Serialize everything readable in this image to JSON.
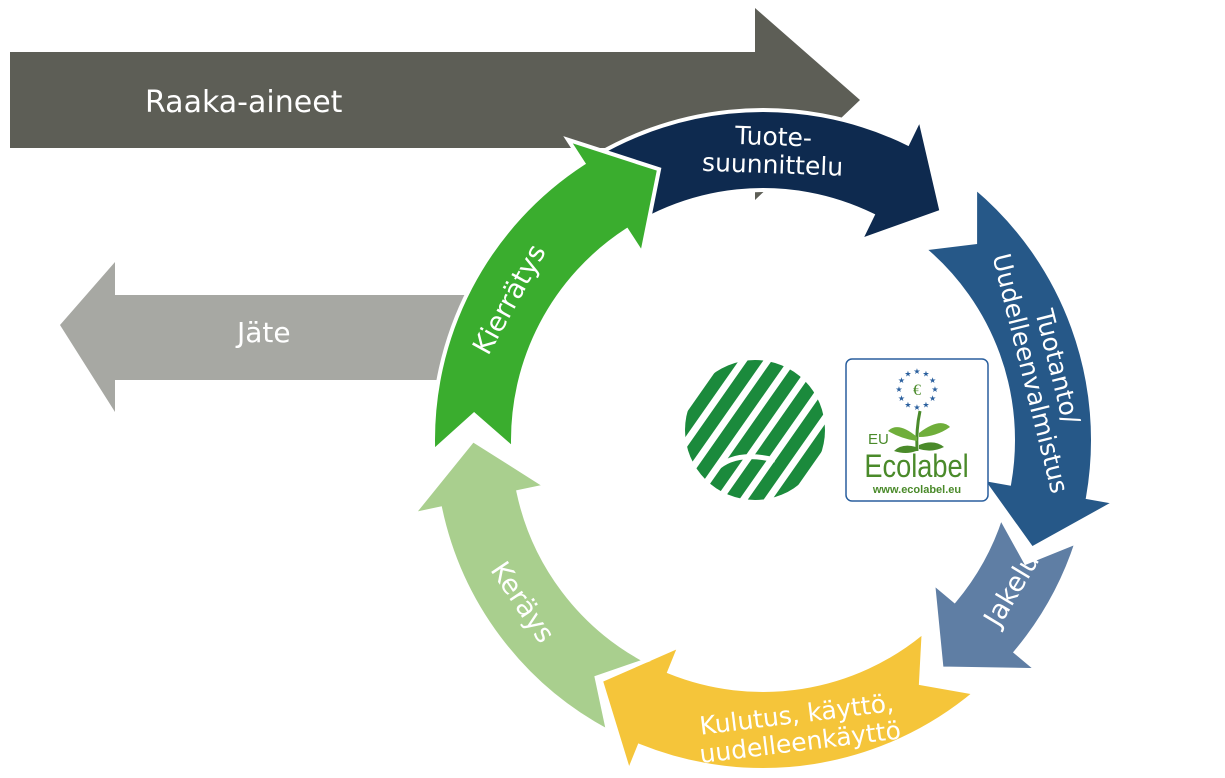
{
  "diagram": {
    "raw_materials": {
      "label": "Raaka-aineet",
      "color": "#5d5e56"
    },
    "waste": {
      "label": "Jäte",
      "color": "#a7a8a3"
    },
    "stages": [
      {
        "id": "design",
        "lines": [
          "Tuote-",
          "suunnittelu"
        ],
        "color": "#0e2a4f"
      },
      {
        "id": "production",
        "lines": [
          "Tuotanto/",
          "Uudelleenvalmistus"
        ],
        "color": "#265888"
      },
      {
        "id": "distribution",
        "lines": [
          "Jakelu"
        ],
        "color": "#5f7ea4"
      },
      {
        "id": "use",
        "lines": [
          "Kulutus, käyttö,",
          "uudelleenkäyttö"
        ],
        "color": "#f5c53a"
      },
      {
        "id": "collection",
        "lines": [
          "Keräys"
        ],
        "color": "#a9cf8e"
      },
      {
        "id": "recycling",
        "lines": [
          "Kierrätys"
        ],
        "color": "#3aad2e"
      }
    ],
    "logos": {
      "nordic_swan": {
        "icon": "nordic-swan-logo",
        "color": "#1b8a3c"
      },
      "eu_ecolabel": {
        "icon": "eu-ecolabel-flower",
        "eu_text": "EU",
        "brand_text": "Ecolabel",
        "url_text": "www.ecolabel.eu",
        "color": "#4a8a2a",
        "border_color": "#2a5f9e",
        "star_color": "#2a5f9e"
      }
    }
  }
}
